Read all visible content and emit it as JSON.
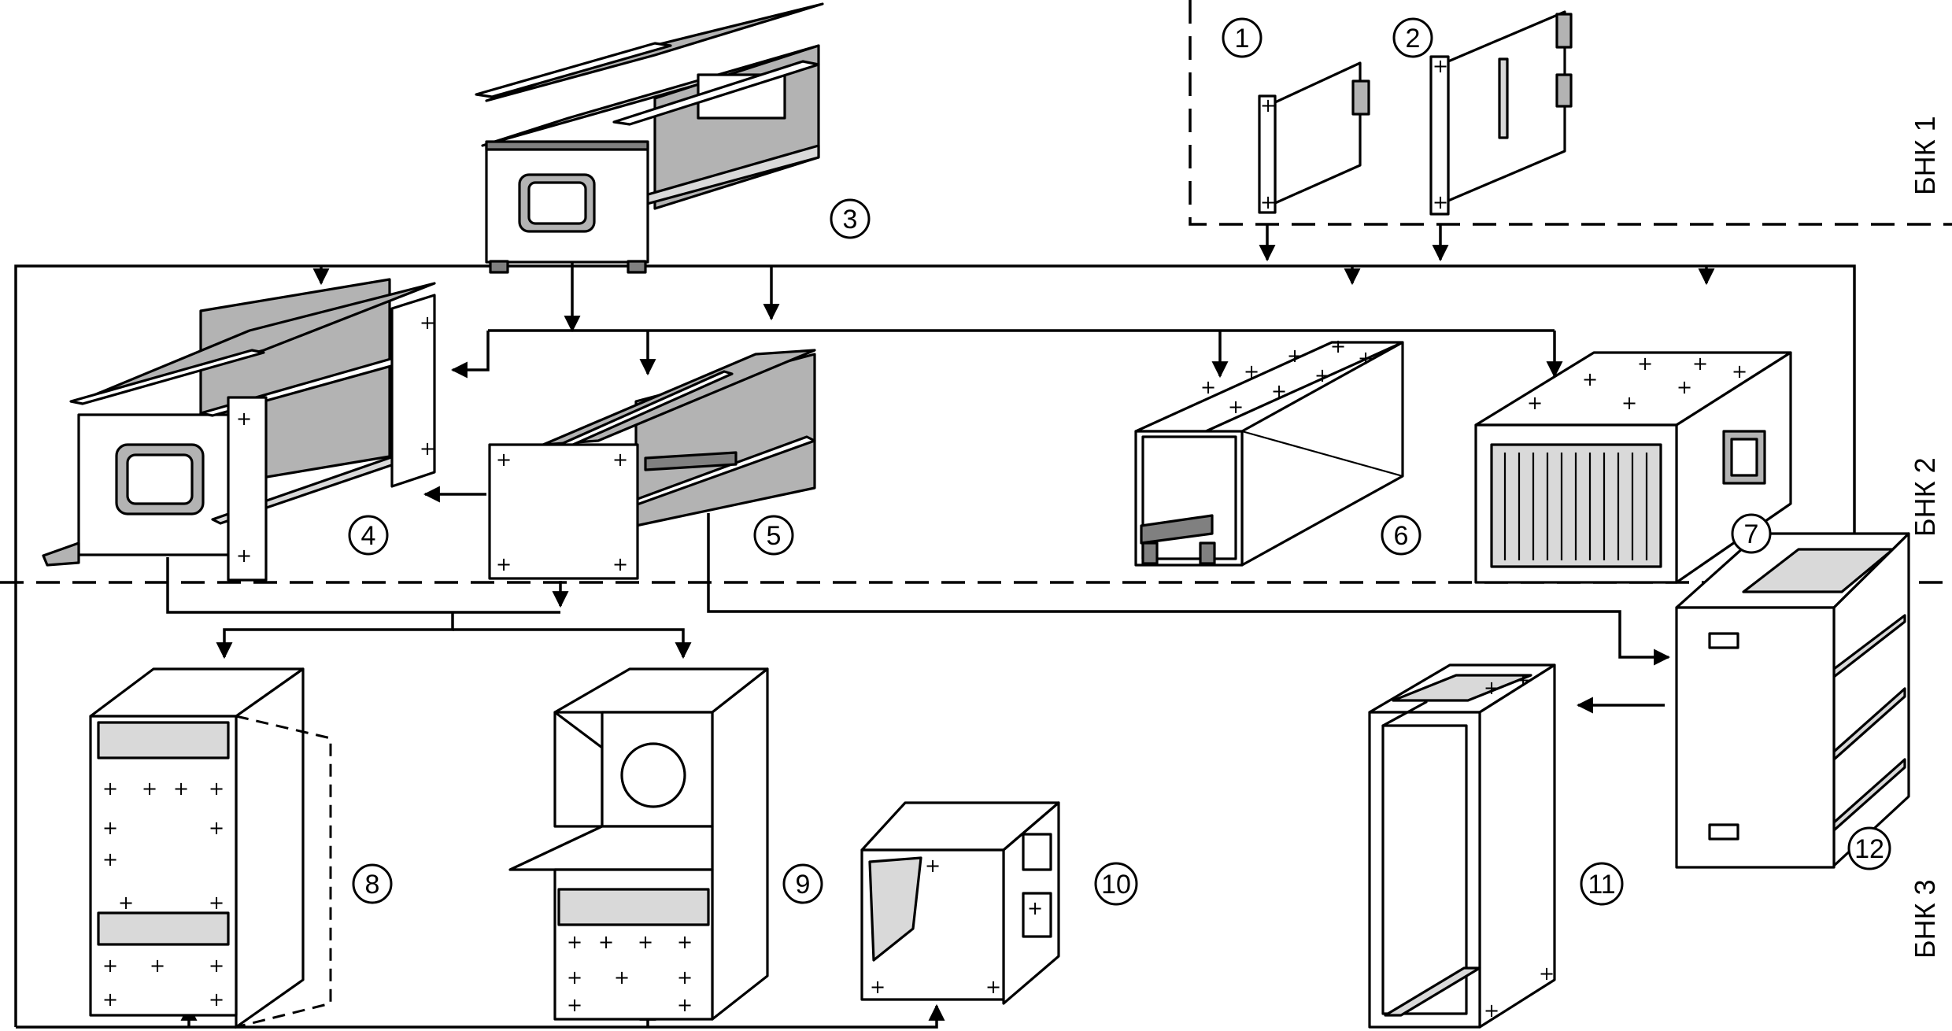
{
  "zones": [
    {
      "id": "bnk1",
      "label": "БНК 1"
    },
    {
      "id": "bnk2",
      "label": "БНК 2"
    },
    {
      "id": "bnk3",
      "label": "БНК 3"
    }
  ],
  "items": [
    {
      "id": "item-1",
      "label": "1"
    },
    {
      "id": "item-2",
      "label": "2"
    },
    {
      "id": "item-3",
      "label": "3"
    },
    {
      "id": "item-4",
      "label": "4"
    },
    {
      "id": "item-5",
      "label": "5"
    },
    {
      "id": "item-6",
      "label": "6"
    },
    {
      "id": "item-7",
      "label": "7"
    },
    {
      "id": "item-8",
      "label": "8"
    },
    {
      "id": "item-9",
      "label": "9"
    },
    {
      "id": "item-10",
      "label": "10"
    },
    {
      "id": "item-11",
      "label": "11"
    },
    {
      "id": "item-12",
      "label": "12"
    }
  ],
  "glyphs": {
    "plus": "+"
  }
}
